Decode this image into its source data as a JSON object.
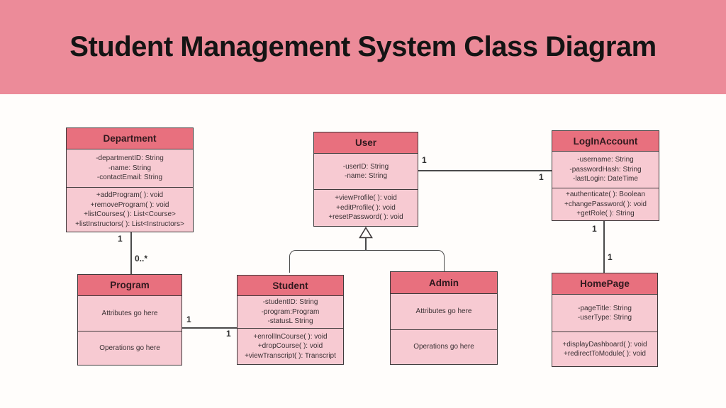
{
  "header": {
    "title": "Student Management System Class Diagram"
  },
  "colors": {
    "banner": "#ec8b99",
    "class_header": "#e8707e",
    "class_body": "#f7cad2",
    "border": "#3f3a3b",
    "line": "#4a4a4a",
    "background": "#fffdfb",
    "title_text": "#141414"
  },
  "diagram": {
    "classes": {
      "department": {
        "name": "Department",
        "attributes": [
          "-departmentID: String",
          "-name: String",
          "-contactEmail: String"
        ],
        "methods": [
          "+addProgram( ): void",
          "+removeProgram( ): void",
          "+listCourses( ): List<Course>",
          "+listInstructors( ): List<Instructors>"
        ]
      },
      "user": {
        "name": "User",
        "attributes": [
          "-userID: String",
          "-name: String"
        ],
        "methods": [
          "+viewProfile( ): void",
          "+editProfile( ): void",
          "+resetPassword( ): void"
        ]
      },
      "loginaccount": {
        "name": "LogInAccount",
        "attributes": [
          "-username: String",
          "-passwordHash: String",
          "-lastLogin: DateTime"
        ],
        "methods": [
          "+authenticate( ): Boolean",
          "+changePassword( ): void",
          "+getRole( ): String"
        ]
      },
      "program": {
        "name": "Program",
        "attributes": [
          "Attributes go here"
        ],
        "methods": [
          "Operations go here"
        ]
      },
      "student": {
        "name": "Student",
        "attributes": [
          "-studentID: String",
          "-program:Program",
          "-statusL String"
        ],
        "methods": [
          "+enrollInCourse( ): void",
          "+dropCourse( ): void",
          "+viewTranscript( ): Transcript"
        ]
      },
      "admin": {
        "name": "Admin",
        "attributes": [
          "Attributes go here"
        ],
        "methods": [
          "Operations go here"
        ]
      },
      "homepage": {
        "name": "HomePage",
        "attributes": [
          "-pageTitle: String",
          "-userType: String"
        ],
        "methods": [
          "+displayDashboard( ): void",
          "+redirectToModule( ): void"
        ]
      }
    },
    "relations": {
      "department_program": {
        "from_label": "1",
        "to_label": "0..*"
      },
      "program_student": {
        "from_label": "1",
        "to_label": "1"
      },
      "user_loginaccount": {
        "from_label": "1",
        "to_label": "1"
      },
      "loginaccount_homepage": {
        "from_label": "1",
        "to_label": "1"
      }
    }
  }
}
